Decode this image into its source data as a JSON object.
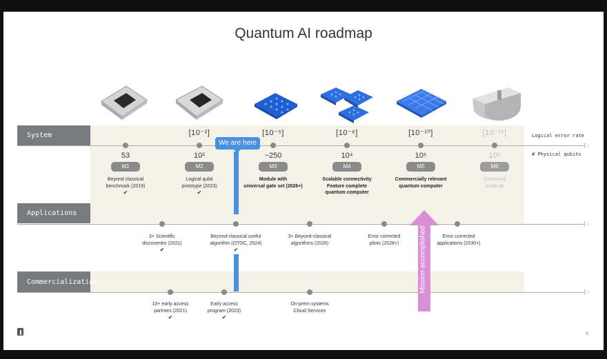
{
  "slide": {
    "title": "Quantum AI roadmap",
    "page_number": "8"
  },
  "rows": {
    "system": "System",
    "applications": "Applications",
    "commercialization": "Commercialization"
  },
  "side_labels": {
    "logical_error_rate": "Logical error rate",
    "physical_qubits": "# Physical qubits"
  },
  "milestones": [
    {
      "id": "M1",
      "error": "",
      "qubits": "53",
      "desc1": "Beyond classical",
      "desc2": "benchmark (2019)",
      "desc3": "",
      "check": "✔",
      "bold": false,
      "faded": false
    },
    {
      "id": "M2",
      "error": "[10⁻²]",
      "qubits": "10²",
      "desc1": "Logical qubit",
      "desc2": "prototype (2023)",
      "desc3": "",
      "check": "✔",
      "bold": false,
      "faded": false
    },
    {
      "id": "M3",
      "error": "[10⁻⁵]",
      "qubits": "~250",
      "desc1": "Module with",
      "desc2": "universal gate set (2026+)",
      "desc3": "",
      "check": "",
      "bold": true,
      "faded": false
    },
    {
      "id": "M4",
      "error": "[10⁻⁶]",
      "qubits": "10⁴",
      "desc1": "Scalable connectivity",
      "desc2": "Feature complete",
      "desc3": "quantum computer",
      "check": "",
      "bold": true,
      "faded": false
    },
    {
      "id": "M5",
      "error": "[10⁻¹⁰]",
      "qubits": "10⁵",
      "desc1": "Commercially relevant",
      "desc2": "quantum computer",
      "desc3": "",
      "check": "",
      "bold": true,
      "faded": false
    },
    {
      "id": "M6",
      "error": "[10⁻¹²]",
      "qubits": "10⁶",
      "desc1": "Continued",
      "desc2": "scale-up",
      "desc3": "",
      "check": "",
      "bold": false,
      "faded": true
    }
  ],
  "applications": [
    {
      "l1": "3+ Scientific",
      "l2": "discoveries (2021)",
      "check": "✔"
    },
    {
      "l1": "Beyond-classical useful",
      "l2": "algorithm (OTOC, 2024)",
      "check": "✔"
    },
    {
      "l1": "3+ Beyond-classical",
      "l2": "algorithms (2026)",
      "check": ""
    },
    {
      "l1": "Error corrected",
      "l2": "pilots (2028+)",
      "check": ""
    },
    {
      "l1": "Error corrected",
      "l2": "applications (2030+)",
      "check": ""
    }
  ],
  "commercialization": [
    {
      "l1": "10+ early access",
      "l2": "partners (2021)",
      "check": "✔"
    },
    {
      "l1": "Early access",
      "l2": "program (2023)",
      "check": "✔"
    },
    {
      "l1": "On-prem systems",
      "l2": "Cloud Services",
      "check": ""
    }
  ],
  "callouts": {
    "we_are_here": "We are here",
    "mission": "Mission accomplished"
  },
  "colors": {
    "band": "#f3f1e8",
    "label_box": "#777b7e",
    "accent_blue": "#4a90e2",
    "mission_pink": "#d98fd6"
  },
  "icons": [
    "chip-m1-icon",
    "chip-m2-icon",
    "qubit-grid-m3-icon",
    "qubit-modules-m4-icon",
    "qubit-array-m5-icon",
    "cryostat-m6-icon"
  ]
}
